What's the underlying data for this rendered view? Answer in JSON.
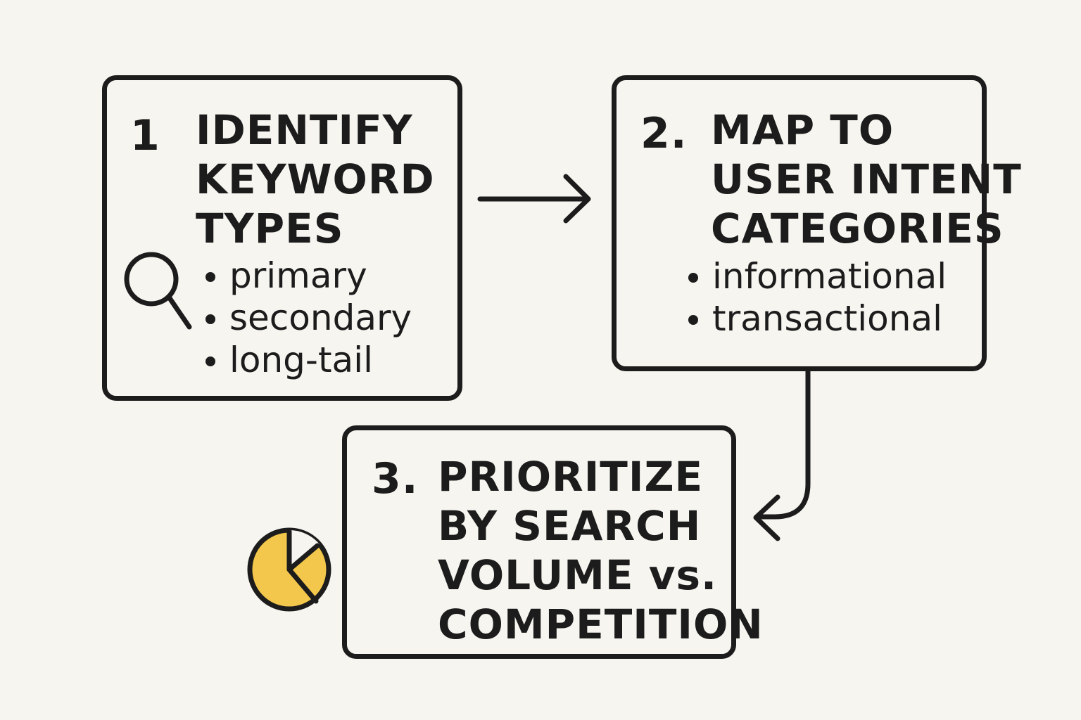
{
  "steps": [
    {
      "number": "1",
      "title_lines": [
        "IDENTIFY",
        "KEYWORD",
        "TYPES"
      ],
      "bullets": [
        "primary",
        "secondary",
        "long-tail"
      ],
      "icon": "magnifying-glass-icon"
    },
    {
      "number": "2.",
      "title_lines": [
        "MAP TO",
        "USER INTENT",
        "CATEGORIES"
      ],
      "bullets": [
        "informational",
        "transactional"
      ]
    },
    {
      "number": "3.",
      "title_lines": [
        "PRIORITIZE",
        "BY SEARCH",
        "VOLUME vs.",
        "COMPETITION"
      ],
      "bullets": [],
      "icon": "pie-chart-icon"
    }
  ],
  "colors": {
    "ink": "#1c1c1c",
    "background": "#f6f5f0",
    "pie_fill": "#f3c74b"
  }
}
